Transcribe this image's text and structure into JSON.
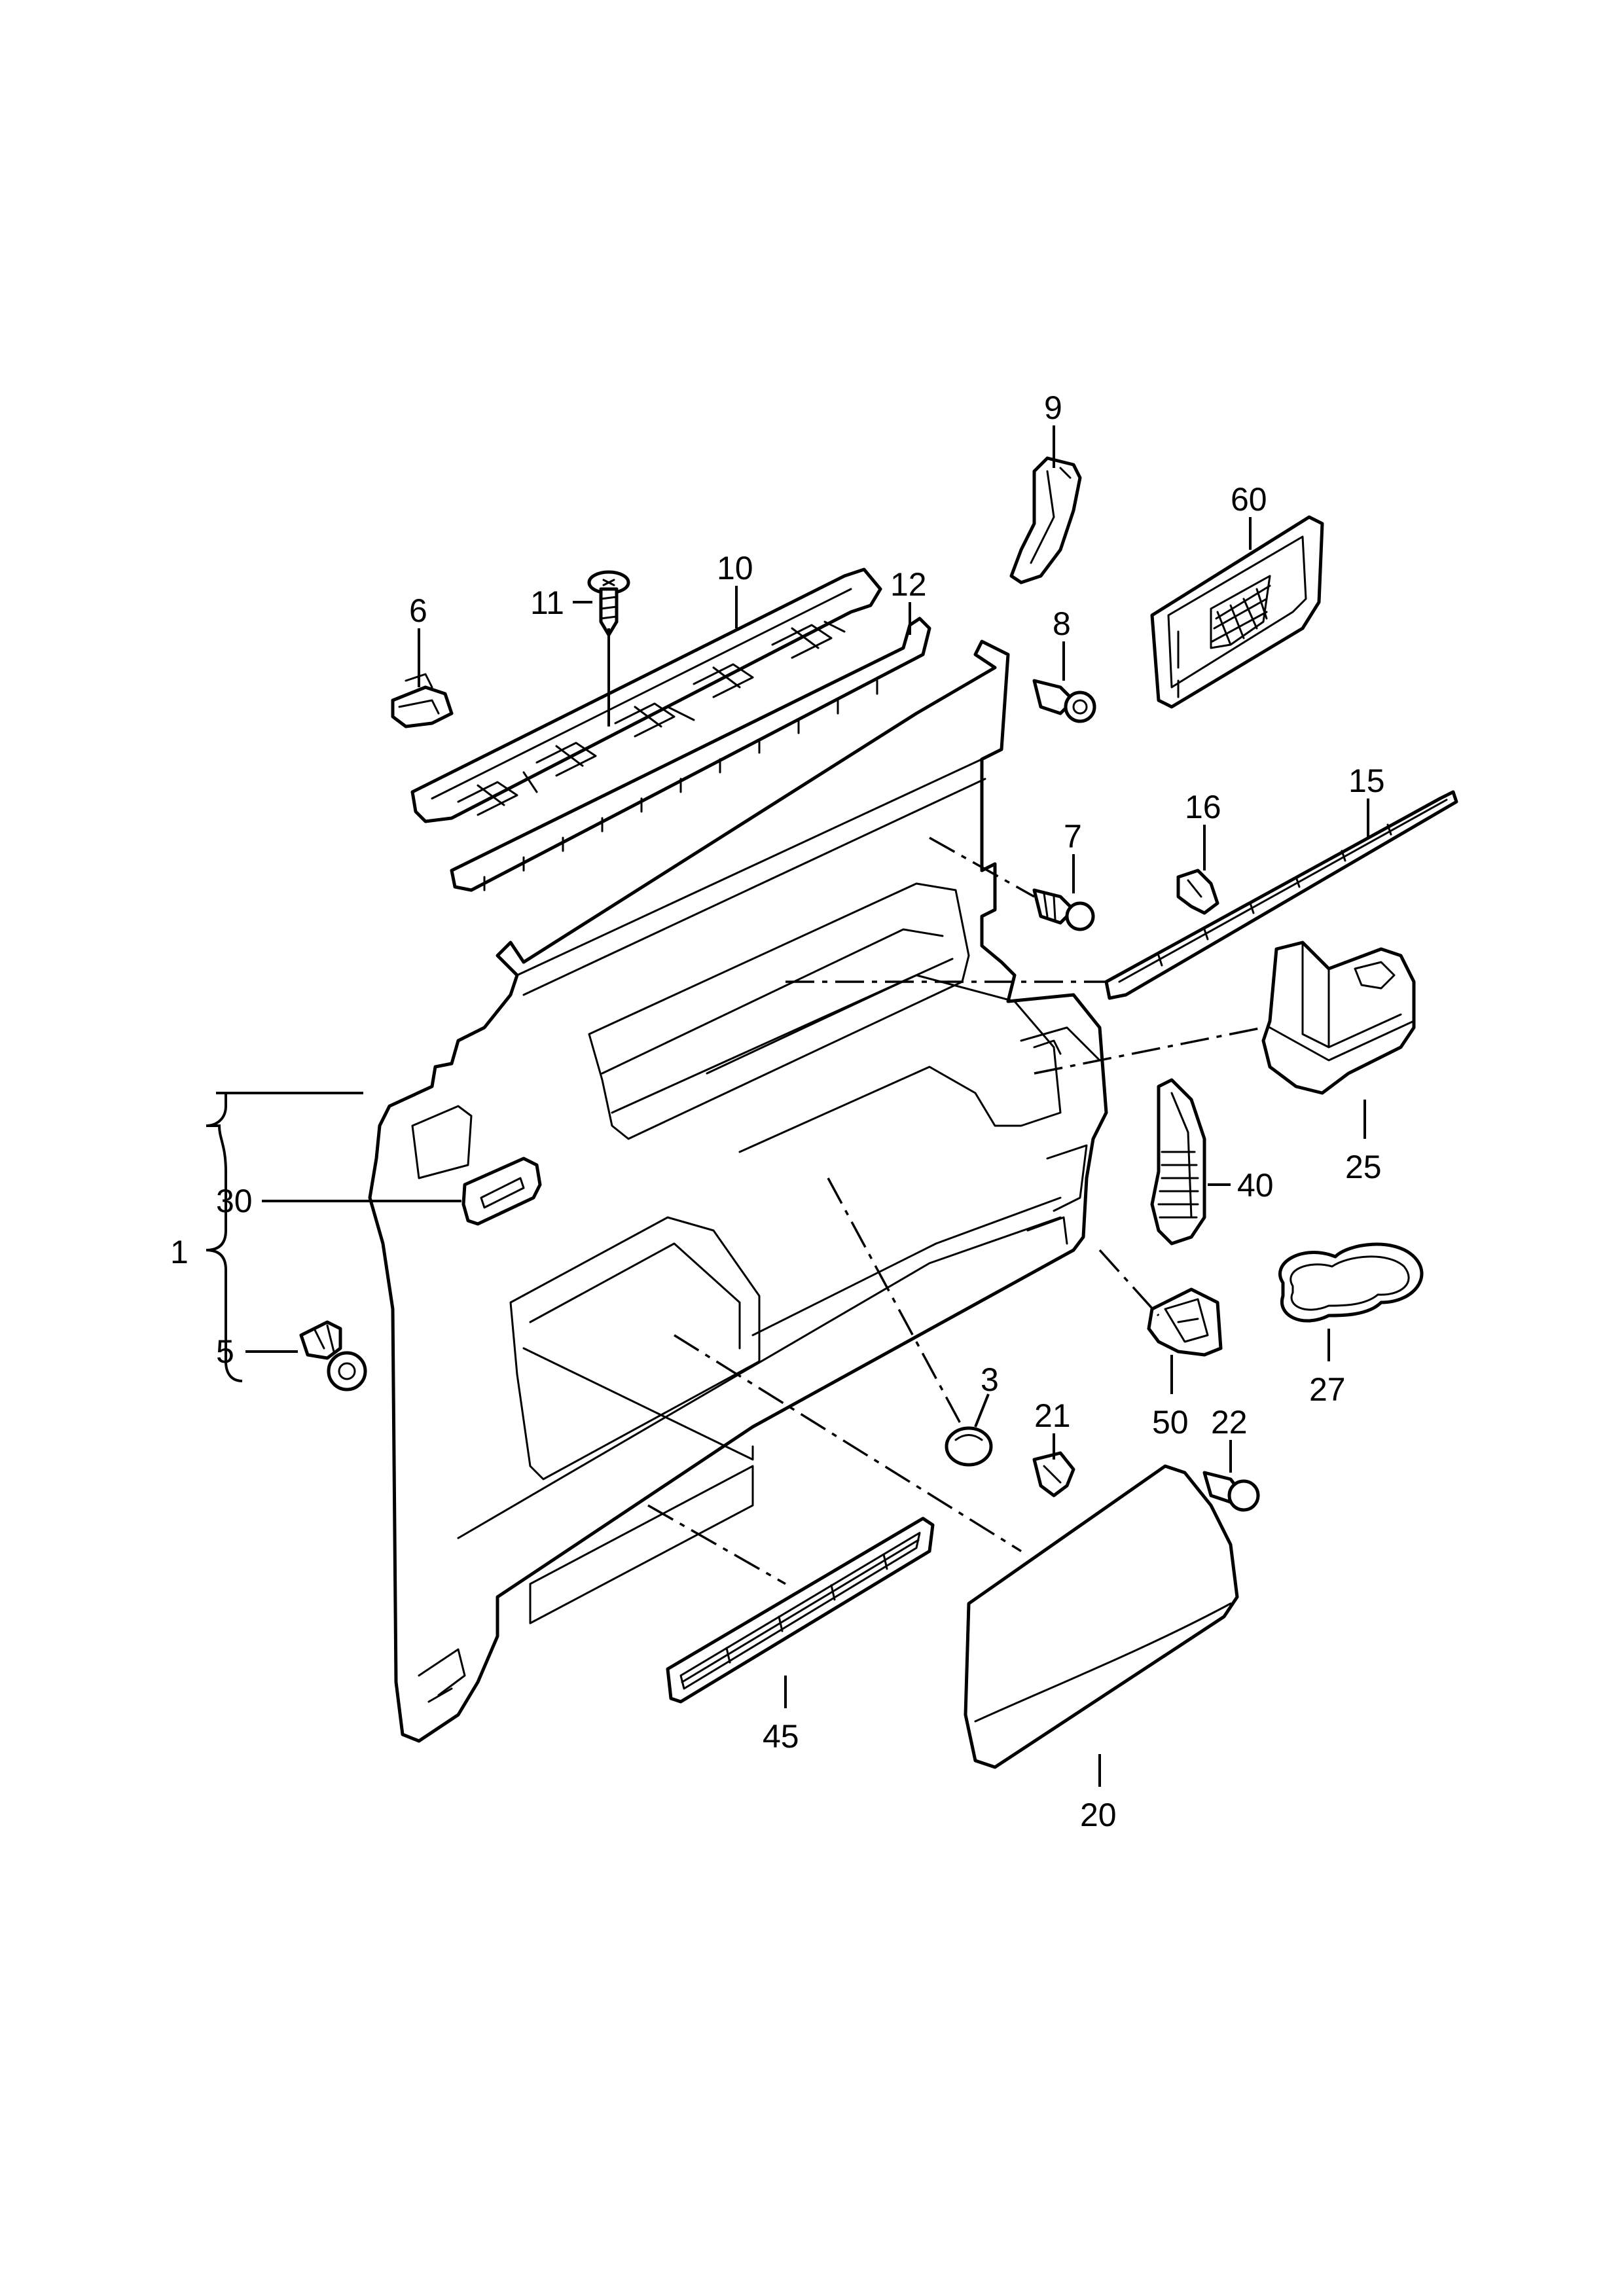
{
  "callouts": {
    "c1": "1",
    "c3": "3",
    "c5": "5",
    "c6": "6",
    "c7": "7",
    "c8": "8",
    "c9": "9",
    "c10": "10",
    "c11": "11",
    "c12": "12",
    "c15": "15",
    "c16": "16",
    "c20": "20",
    "c21": "21",
    "c22": "22",
    "c25": "25",
    "c27": "27",
    "c30": "30",
    "c40": "40",
    "c45": "45",
    "c50": "50",
    "c60": "60"
  }
}
